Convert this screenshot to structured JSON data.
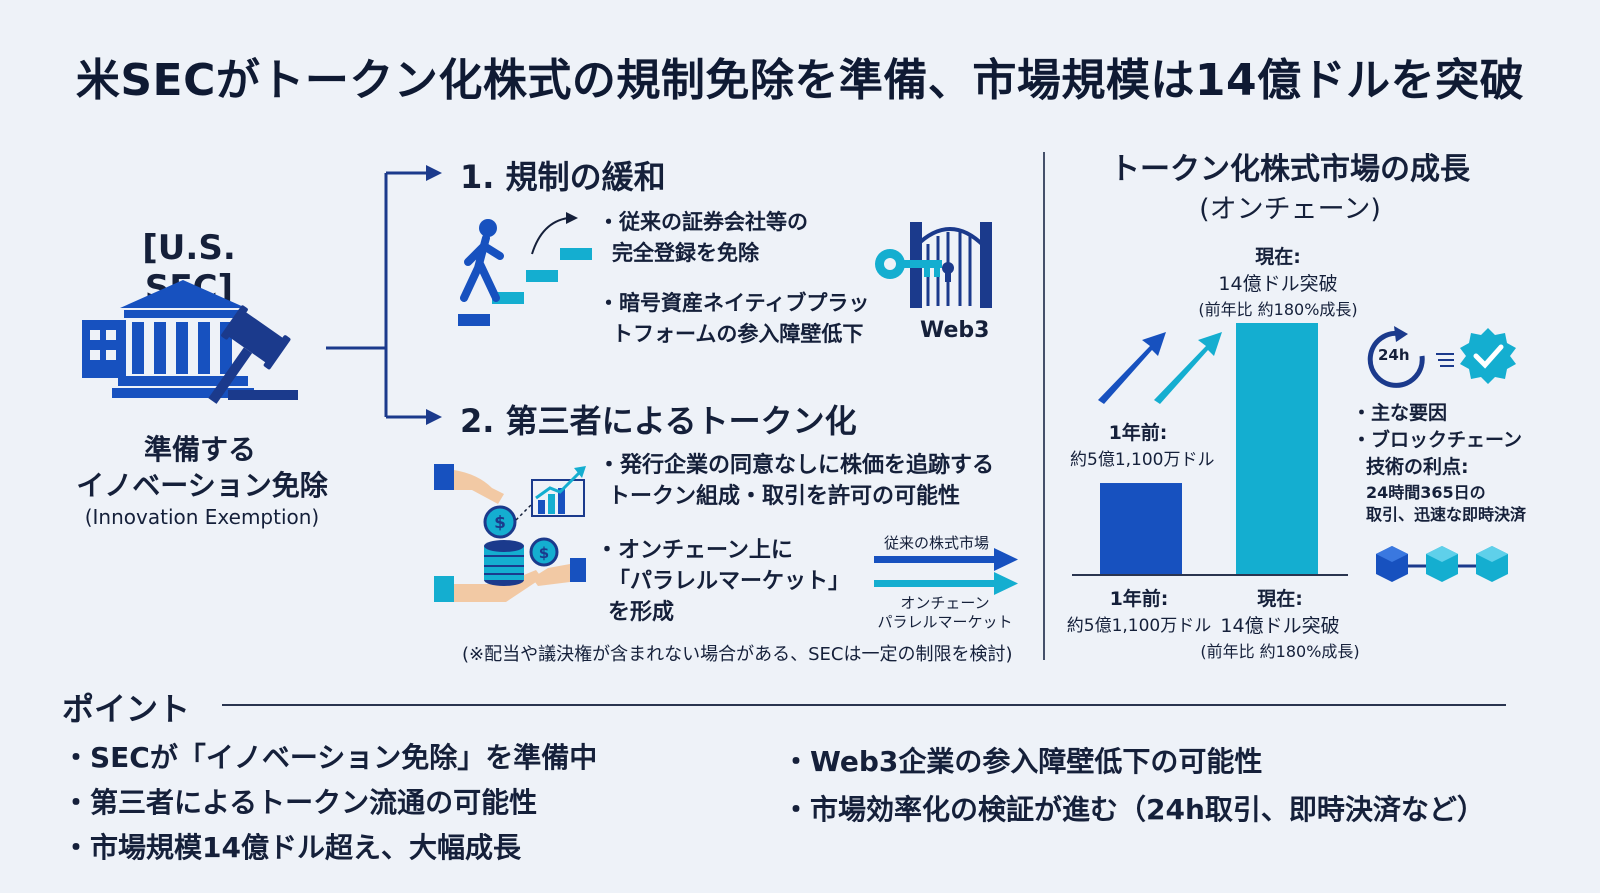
{
  "title": "米SECがトークン化株式の規制免除を準備、市場規模は14億ドルを突破",
  "left": {
    "label": "[U.S. SEC]",
    "caption_line1": "準備する",
    "caption_line2": "イノベーション免除",
    "caption_line3": "(Innovation Exemption)"
  },
  "section1": {
    "title": "1. 規制の緩和",
    "bullet1_line1": "・従来の証券会社等の",
    "bullet1_line2": "完全登録を免除",
    "bullet2_line1": "・暗号資産ネイティブプラッ",
    "bullet2_line2": "トフォームの参入障壁低下",
    "web3_label": "Web3"
  },
  "section2": {
    "title": "2. 第三者によるトークン化",
    "bullet1_line1": "・発行企業の同意なしに株価を追跡する",
    "bullet1_line2": "トークン組成・取引を許可の可能性",
    "bullet2_line1": "・オンチェーン上に",
    "bullet2_line2": "「パラレルマーケット」",
    "bullet2_line3": "を形成",
    "arrow1_label": "従来の株式市場",
    "arrow2_label_line1": "オンチェーン",
    "arrow2_label_line2": "パラレルマーケット",
    "note": "(※配当や議決権が含まれない場合がある、SECは一定の制限を検討)"
  },
  "chart_title_line1": "トークン化株式市場の成長",
  "chart_title_line2": "(オンチェーン)",
  "chart_data": {
    "type": "bar",
    "categories": [
      "1年前",
      "現在"
    ],
    "values": [
      511,
      1400
    ],
    "value_labels": [
      {
        "line1": "1年前:",
        "line2": "約5億1,100万ドル",
        "line3": ""
      },
      {
        "line1": "現在:",
        "line2": "14億ドル突破",
        "line3": "(前年比 約180%成長)"
      }
    ],
    "axis_labels": [
      {
        "line1": "1年前:",
        "line2": "約5億1,100万ドル",
        "line3": ""
      },
      {
        "line1": "現在:",
        "line2": "14億ドル突破",
        "line3": "(前年比 約180%成長)"
      }
    ],
    "colors": [
      "#1751bf",
      "#14aed0"
    ],
    "ylim": [
      0,
      1400
    ]
  },
  "factors": {
    "clock_label": "24h",
    "line1": "・主な要因",
    "line2": "・ブロックチェーン",
    "line3": "技術の利点:",
    "line4": "24時間365日の",
    "line5": "取引、迅速な即時決済"
  },
  "points": {
    "title": "ポイント",
    "left": [
      "・SECが「イノベーション免除」を準備中",
      "・第三者によるトークン流通の可能性",
      "・市場規模14億ドル超え、大幅成長"
    ],
    "right": [
      "・Web3企業の参入障壁低下の可能性",
      "・市場効率化の検証が進む（24h取引、即時決済など）"
    ]
  },
  "colors": {
    "navy": "#1b3a8c",
    "blue": "#1751bf",
    "cyan": "#14aed0",
    "text": "#15203a"
  }
}
